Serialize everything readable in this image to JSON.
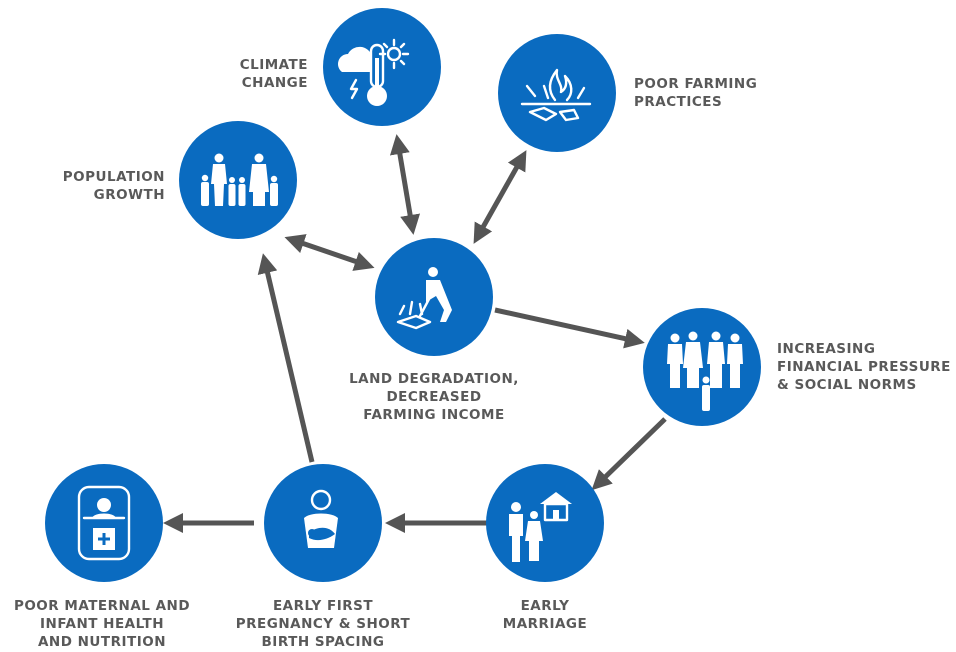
{
  "colors": {
    "node_fill": "#0a6bc0",
    "arrow": "#555555",
    "label_text": "#595959",
    "icon": "#ffffff"
  },
  "nodes": {
    "climate_change": {
      "label_lines": [
        "CLIMATE",
        "CHANGE"
      ],
      "icon": "thermometer-storm-sun-icon"
    },
    "poor_farming": {
      "label_lines": [
        "POOR FARMING",
        "PRACTICES"
      ],
      "icon": "burning-field-icon"
    },
    "population_growth": {
      "label_lines": [
        "POPULATION",
        "GROWTH"
      ],
      "icon": "family-icon"
    },
    "land_degradation": {
      "label_lines": [
        "LAND DEGRADATION,",
        "DECREASED",
        "FARMING INCOME"
      ],
      "icon": "farmer-hoeing-icon"
    },
    "financial_pressure": {
      "label_lines": [
        "INCREASING",
        "FINANCIAL PRESSURE",
        "& SOCIAL NORMS"
      ],
      "icon": "community-group-icon"
    },
    "early_marriage": {
      "label_lines": [
        "EARLY",
        "MARRIAGE"
      ],
      "icon": "couple-house-icon"
    },
    "early_pregnancy": {
      "label_lines": [
        "EARLY FIRST",
        "PREGNANCY & SHORT",
        "BIRTH SPACING"
      ],
      "icon": "mother-baby-icon"
    },
    "poor_health": {
      "label_lines": [
        "POOR MATERNAL AND",
        "INFANT HEALTH",
        "AND NUTRITION"
      ],
      "icon": "incubator-icon"
    }
  },
  "edges": [
    {
      "from": "climate_change",
      "to": "land_degradation",
      "bidirectional": true
    },
    {
      "from": "poor_farming",
      "to": "land_degradation",
      "bidirectional": true
    },
    {
      "from": "population_growth",
      "to": "land_degradation",
      "bidirectional": true
    },
    {
      "from": "land_degradation",
      "to": "financial_pressure",
      "bidirectional": false
    },
    {
      "from": "financial_pressure",
      "to": "early_marriage",
      "bidirectional": false
    },
    {
      "from": "early_marriage",
      "to": "early_pregnancy",
      "bidirectional": false
    },
    {
      "from": "early_pregnancy",
      "to": "poor_health",
      "bidirectional": false
    },
    {
      "from": "early_pregnancy",
      "to": "population_growth",
      "bidirectional": false
    }
  ]
}
